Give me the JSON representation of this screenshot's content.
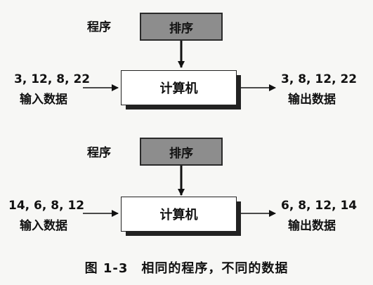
{
  "diagrams": [
    {
      "program_label": "程序",
      "program_box": "排序",
      "input_values": "3, 12, 8, 22",
      "input_label": "输入数据",
      "computer": "计算机",
      "output_values": "3, 8, 12, 22",
      "output_label": "输出数据"
    },
    {
      "program_label": "程序",
      "program_box": "排序",
      "input_values": "14, 6, 8, 12",
      "input_label": "输入数据",
      "computer": "计算机",
      "output_values": "6, 8, 12, 14",
      "output_label": "输出数据"
    }
  ],
  "caption": "图 1-3　相同的程序，不同的数据"
}
